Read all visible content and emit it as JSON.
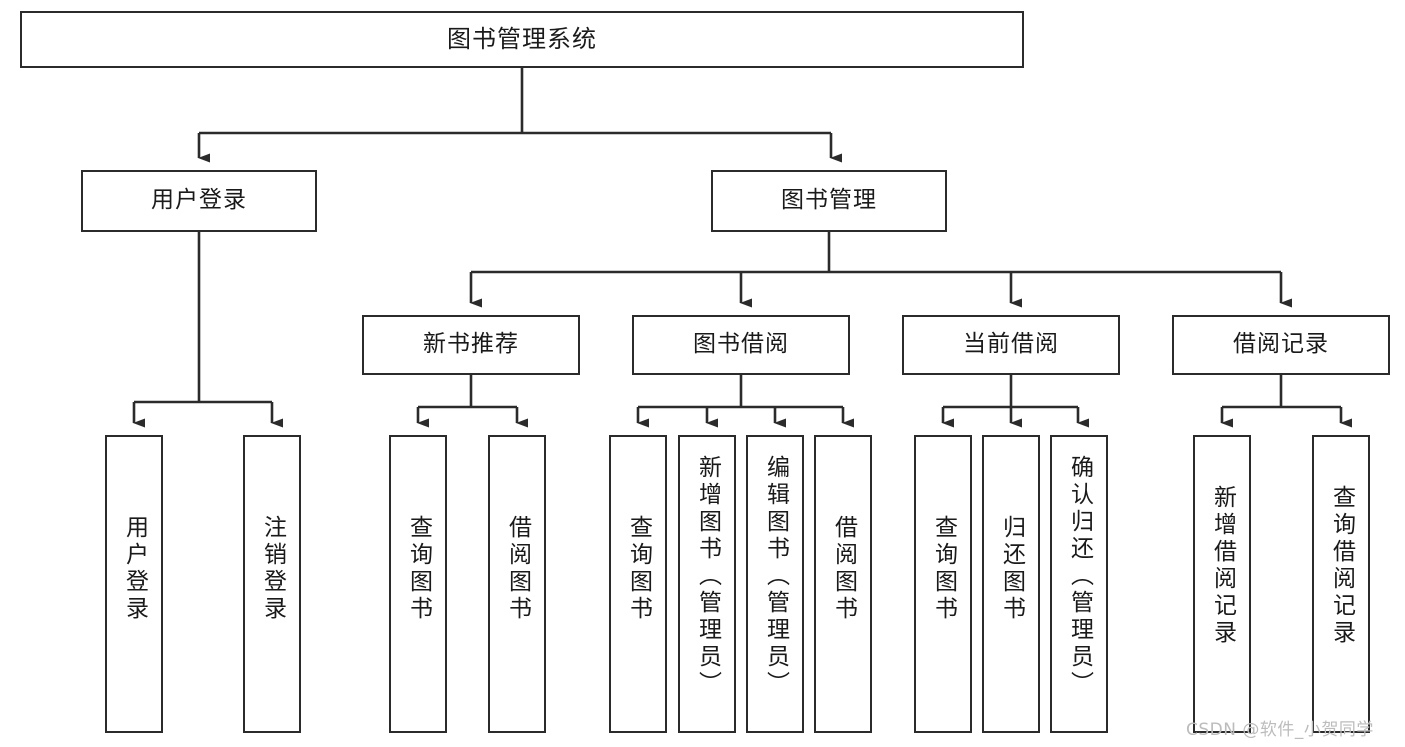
{
  "diagram": {
    "type": "tree-hierarchy-chart",
    "title": "图书管理系统",
    "stroke_color": "#2b2b2b",
    "background_color": "#ffffff",
    "text_color": "#1a1a1a"
  },
  "watermark": {
    "text": "CSDN @软件_小贺同学",
    "color": "#bcbcbc"
  },
  "nodes": {
    "root": {
      "label": "图书管理系统"
    },
    "level2": [
      {
        "id": "user-login",
        "label": "用户登录"
      },
      {
        "id": "book-manage",
        "label": "图书管理"
      }
    ],
    "level3": [
      {
        "id": "new-book-recommend",
        "label": "新书推荐"
      },
      {
        "id": "book-borrow",
        "label": "图书借阅"
      },
      {
        "id": "current-borrow",
        "label": "当前借阅"
      },
      {
        "id": "borrow-record",
        "label": "借阅记录"
      }
    ],
    "leaves": {
      "user_login": [
        {
          "id": "leaf-user-login",
          "label": "用户登录"
        },
        {
          "id": "leaf-logout-login",
          "label": "注销登录"
        }
      ],
      "new_book_recommend": [
        {
          "id": "leaf-query-book-1",
          "label": "查询图书"
        },
        {
          "id": "leaf-borrow-book-1",
          "label": "借阅图书"
        }
      ],
      "book_borrow": [
        {
          "id": "leaf-query-book-2",
          "label": "查询图书"
        },
        {
          "id": "leaf-add-book",
          "label": "新增图书（管理员）"
        },
        {
          "id": "leaf-edit-book",
          "label": "编辑图书（管理员）"
        },
        {
          "id": "leaf-borrow-book-2",
          "label": "借阅图书"
        }
      ],
      "current_borrow": [
        {
          "id": "leaf-query-book-3",
          "label": "查询图书"
        },
        {
          "id": "leaf-return-book",
          "label": "归还图书"
        },
        {
          "id": "leaf-confirm-return",
          "label": "确认归还（管理员）"
        }
      ],
      "borrow_record": [
        {
          "id": "leaf-add-record",
          "label": "新增借阅记录"
        },
        {
          "id": "leaf-query-record",
          "label": "查询借阅记录"
        }
      ]
    }
  }
}
